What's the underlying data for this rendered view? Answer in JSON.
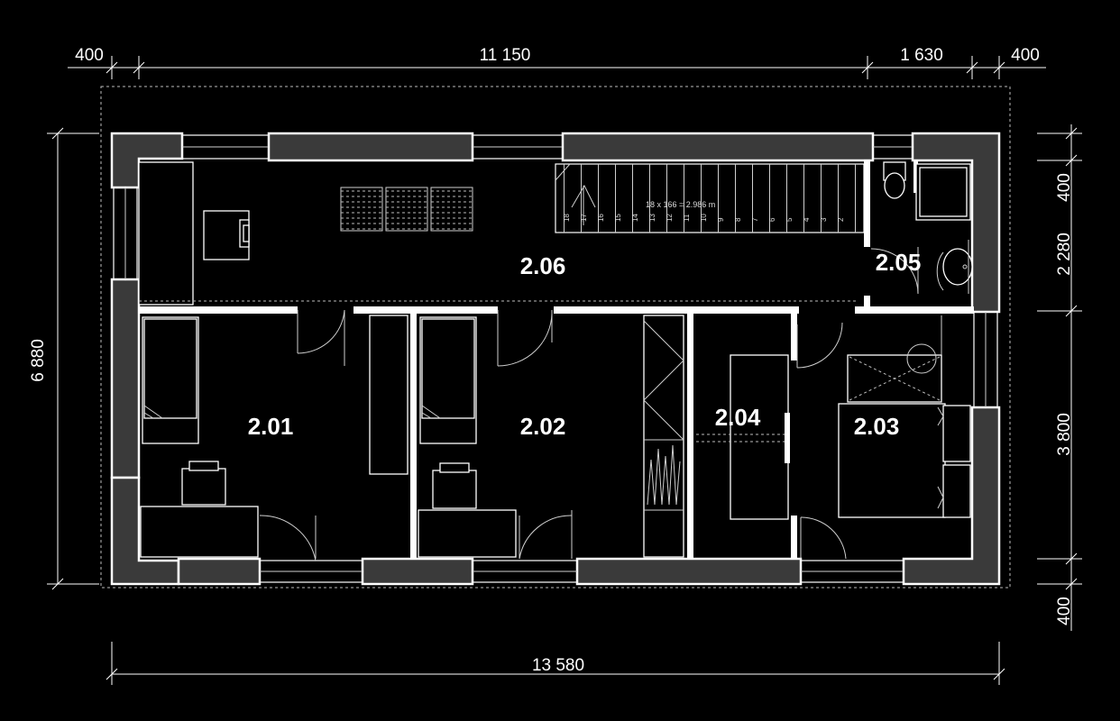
{
  "dimensions": {
    "top": [
      "400",
      "11 150",
      "1 630",
      "400"
    ],
    "bottom": "13 580",
    "left": "6 880",
    "right": [
      "400",
      "2 280",
      "3 800",
      "400"
    ]
  },
  "rooms": [
    {
      "id": "2.01"
    },
    {
      "id": "2.02"
    },
    {
      "id": "2.03"
    },
    {
      "id": "2.04"
    },
    {
      "id": "2.05"
    },
    {
      "id": "2.06"
    }
  ],
  "stair": {
    "note": "18 x 166 = 2.986 m",
    "steps": [
      "18",
      "17",
      "16",
      "15",
      "14",
      "13",
      "12",
      "11",
      "10",
      "9",
      "8",
      "7",
      "6",
      "5",
      "4",
      "3",
      "2"
    ]
  }
}
